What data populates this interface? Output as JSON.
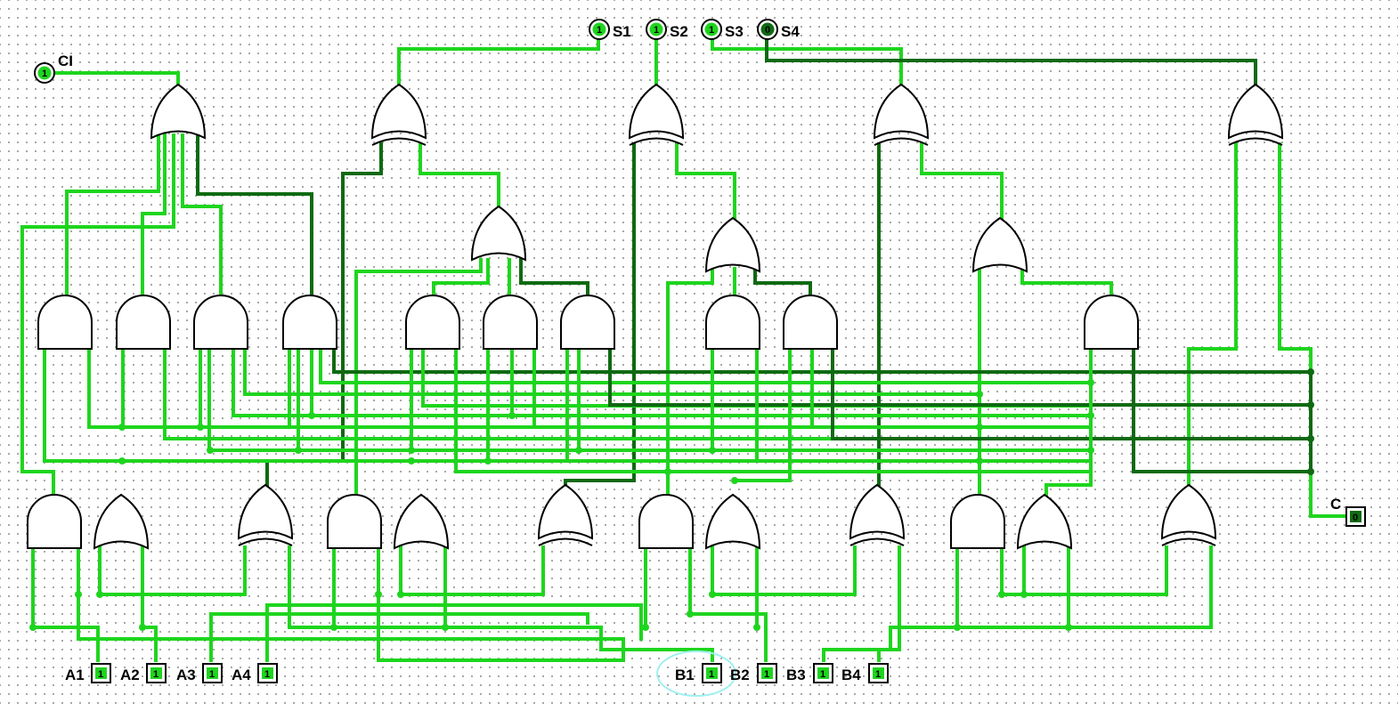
{
  "circuit": {
    "carry_in": {
      "label": "CI",
      "value": "1"
    },
    "sum_outputs": [
      {
        "label": "S1",
        "value": "1"
      },
      {
        "label": "S2",
        "value": "1"
      },
      {
        "label": "S3",
        "value": "1"
      },
      {
        "label": "S4",
        "value": "0"
      }
    ],
    "carry_out": {
      "label": "C",
      "value": "0"
    },
    "a_inputs": [
      {
        "label": "A1",
        "value": "1"
      },
      {
        "label": "A2",
        "value": "1"
      },
      {
        "label": "A3",
        "value": "1"
      },
      {
        "label": "A4",
        "value": "1"
      }
    ],
    "b_inputs": [
      {
        "label": "B1",
        "value": "1"
      },
      {
        "label": "B2",
        "value": "1"
      },
      {
        "label": "B3",
        "value": "1"
      },
      {
        "label": "B4",
        "value": "1"
      }
    ],
    "colors": {
      "wire_on": "#1ed51e",
      "wire_off": "#0f6a12",
      "gate_stroke": "#000000",
      "selection_highlight": "#9ff0f0"
    }
  }
}
